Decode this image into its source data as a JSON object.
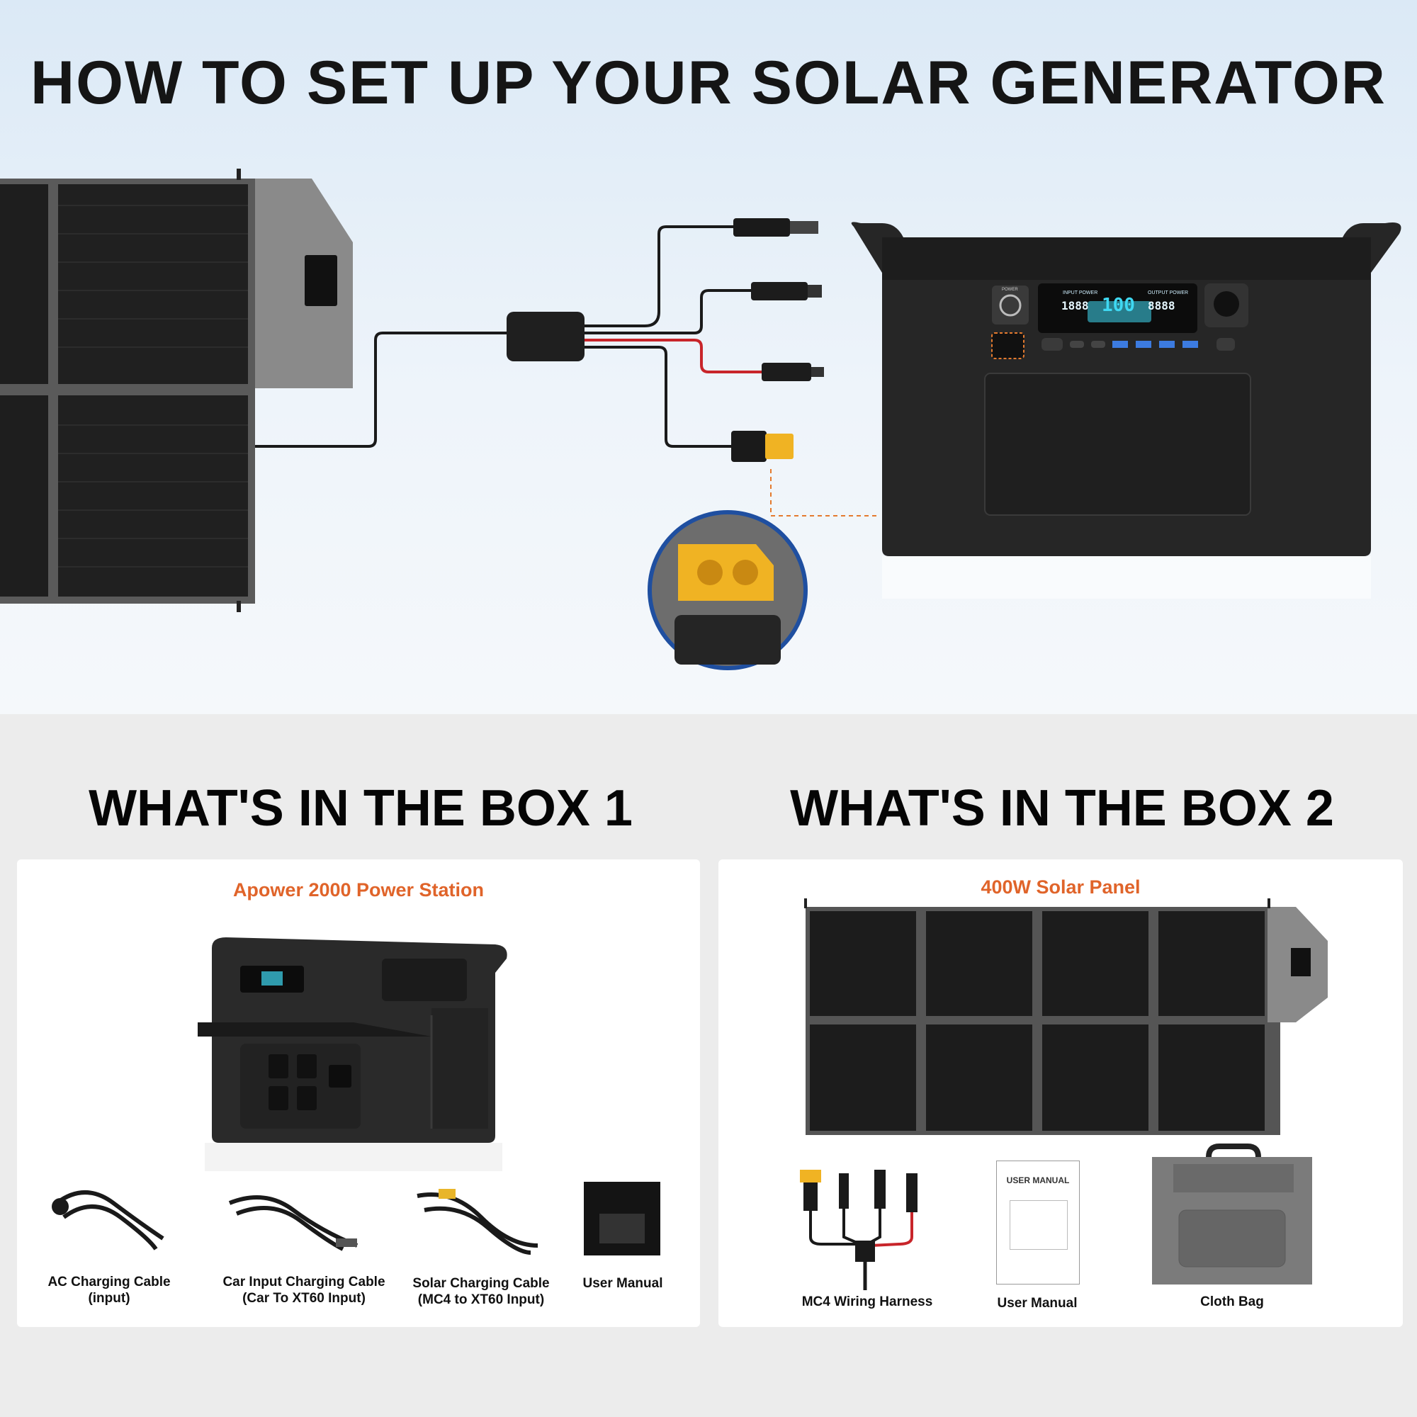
{
  "header": {
    "title": "HOW TO SET UP YOUR SOLAR GENERATOR"
  },
  "device_display": {
    "input_label": "INPUT POWER",
    "output_label": "OUTPUT POWER",
    "input_value": "1888",
    "percent_value": "100",
    "output_value": "8888",
    "power_label": "POWER"
  },
  "box1": {
    "heading": "WHAT'S IN THE BOX 1",
    "product": "Apower 2000 Power Station",
    "items": [
      {
        "line1": "AC Charging Cable",
        "line2": "(input)"
      },
      {
        "line1": "Car Input Charging Cable",
        "line2": "(Car To XT60 Input)"
      },
      {
        "line1": "Solar Charging Cable",
        "line2": "(MC4 to XT60 Input)"
      },
      {
        "line1": "User Manual",
        "line2": ""
      }
    ]
  },
  "box2": {
    "heading": "WHAT'S IN THE BOX 2",
    "product": "400W Solar Panel",
    "manual_cover": "USER MANUAL",
    "items": [
      {
        "line1": "MC4 Wiring Harness"
      },
      {
        "line1": "User Manual"
      },
      {
        "line1": "Cloth Bag"
      }
    ]
  },
  "colors": {
    "accent": "#e0642a",
    "connector": "#f0b323",
    "zoom_ring": "#1f4fa0",
    "display": "#3fd8f2"
  }
}
